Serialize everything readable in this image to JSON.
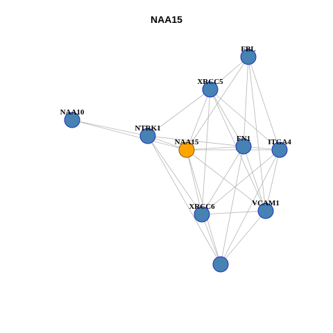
{
  "title": "NAA15",
  "colors": {
    "node_fill": "#4682b4",
    "node_stroke": "#1c2fb4",
    "highlight_fill": "#ffa500",
    "highlight_stroke": "#8a5a00",
    "edge": "#b3b3b3"
  },
  "nodes": [
    {
      "id": "FBL",
      "label": "FBL",
      "highlight": false
    },
    {
      "id": "XRCC5",
      "label": "XRCC5",
      "highlight": false
    },
    {
      "id": "NAA10",
      "label": "NAA10",
      "highlight": false
    },
    {
      "id": "NTRK1",
      "label": "NTRK1",
      "highlight": false
    },
    {
      "id": "NAA15",
      "label": "NAA15",
      "highlight": true
    },
    {
      "id": "FN1",
      "label": "FN1",
      "highlight": false
    },
    {
      "id": "ITGA4",
      "label": "ITGA4",
      "highlight": false
    },
    {
      "id": "XRCC6",
      "label": "XRCC6",
      "highlight": false
    },
    {
      "id": "VCAM1",
      "label": "VCAM1",
      "highlight": false
    },
    {
      "id": "BOTTOM",
      "label": "",
      "highlight": false
    }
  ],
  "edges": [
    [
      "FBL",
      "XRCC5"
    ],
    [
      "FBL",
      "NAA15"
    ],
    [
      "FBL",
      "FN1"
    ],
    [
      "FBL",
      "ITGA4"
    ],
    [
      "FBL",
      "VCAM1"
    ],
    [
      "XRCC5",
      "NTRK1"
    ],
    [
      "XRCC5",
      "NAA15"
    ],
    [
      "XRCC5",
      "FN1"
    ],
    [
      "XRCC5",
      "ITGA4"
    ],
    [
      "XRCC5",
      "XRCC6"
    ],
    [
      "XRCC5",
      "VCAM1"
    ],
    [
      "NAA10",
      "NTRK1"
    ],
    [
      "NAA10",
      "NAA15"
    ],
    [
      "NTRK1",
      "NAA15"
    ],
    [
      "NTRK1",
      "FN1"
    ],
    [
      "NTRK1",
      "XRCC6"
    ],
    [
      "NTRK1",
      "BOTTOM"
    ],
    [
      "NAA15",
      "FN1"
    ],
    [
      "NAA15",
      "ITGA4"
    ],
    [
      "NAA15",
      "XRCC6"
    ],
    [
      "NAA15",
      "VCAM1"
    ],
    [
      "NAA15",
      "BOTTOM"
    ],
    [
      "FN1",
      "ITGA4"
    ],
    [
      "FN1",
      "XRCC6"
    ],
    [
      "FN1",
      "VCAM1"
    ],
    [
      "FN1",
      "BOTTOM"
    ],
    [
      "ITGA4",
      "XRCC6"
    ],
    [
      "ITGA4",
      "VCAM1"
    ],
    [
      "ITGA4",
      "BOTTOM"
    ],
    [
      "XRCC6",
      "VCAM1"
    ],
    [
      "XRCC6",
      "BOTTOM"
    ],
    [
      "VCAM1",
      "BOTTOM"
    ]
  ]
}
